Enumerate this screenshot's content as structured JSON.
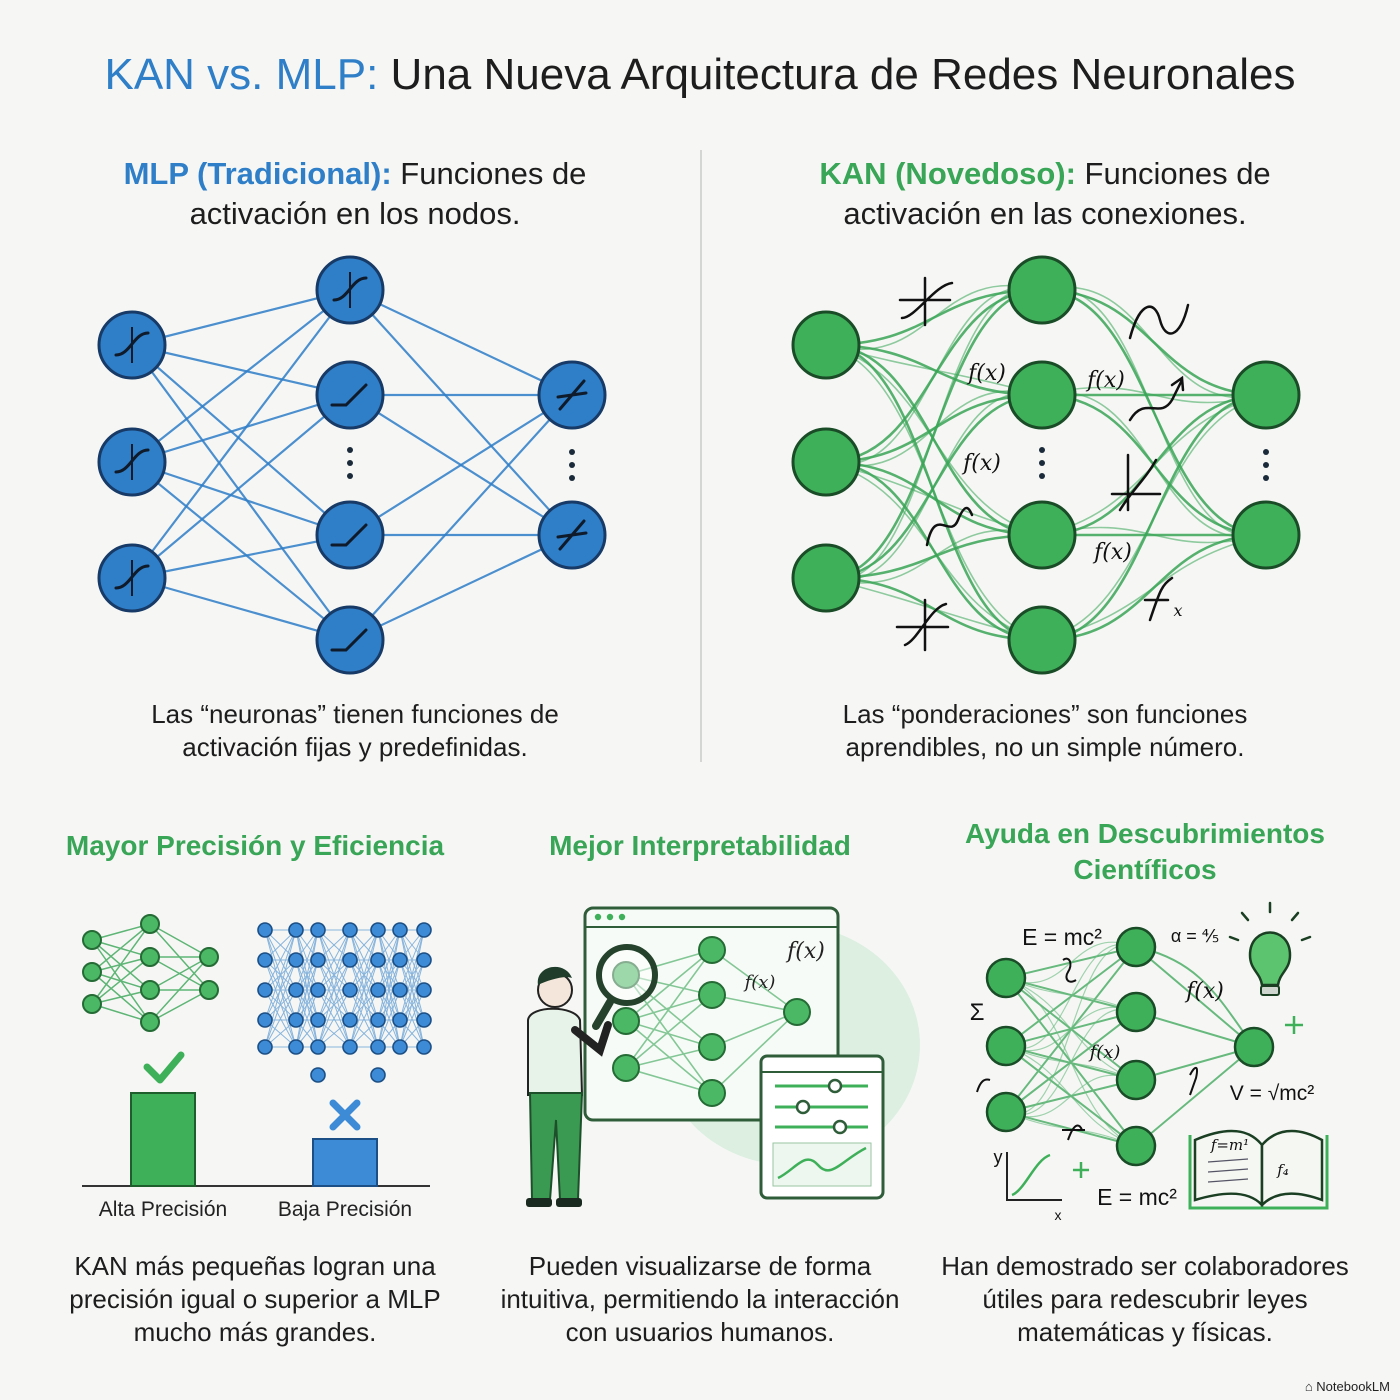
{
  "title": {
    "accent": "KAN vs. MLP:",
    "rest": " Una Nueva Arquitectura de Redes Neuronales"
  },
  "mlp": {
    "head_accent": "MLP (Tradicional):",
    "head_rest": " Funciones de",
    "head_line2": "activación en los nodos.",
    "caption_line1": "Las “neuronas” tienen funciones de",
    "caption_line2": "activación fijas y predefinidas."
  },
  "kan": {
    "head_accent": "KAN (Novedoso):",
    "head_rest": " Funciones de",
    "head_line2": "activación en las conexiones.",
    "caption_line1": "Las “ponderaciones” son funciones",
    "caption_line2": "aprendibles, no un simple número.",
    "edge_labels": [
      "f(x)",
      "f(x)",
      "f(x)",
      "f(x)"
    ]
  },
  "precision": {
    "heading": "Mayor Precisión y Eficiencia",
    "bar_labels": [
      "Alta Precisión",
      "Baja Precisión"
    ],
    "caption_line1": "KAN más pequeñas logran una",
    "caption_line2": "precisión igual o superior a MLP",
    "caption_line3": "mucho más grandes."
  },
  "interpret": {
    "heading": "Mejor Interpretabilidad",
    "labels": [
      "f(x)",
      "f(x)"
    ],
    "caption_line1": "Pueden visualizarse de forma",
    "caption_line2": "intuitiva, permitiendo la interacción",
    "caption_line3": "con usuarios humanos."
  },
  "science": {
    "heading_line1": "Ayuda en Descubrimientos",
    "heading_line2": "Científicos",
    "formulas": [
      "E = mc²",
      "α = ⅘",
      "f(x)",
      "f(x)",
      "V = √mc²",
      "E = mc²",
      "Σ",
      "y",
      "x",
      "f=m¹",
      "f₄"
    ],
    "caption_line1": "Han demostrado ser colaboradores",
    "caption_line2": "útiles para redescubrir leyes",
    "caption_line3": "matemáticas y físicas."
  },
  "brand": "NotebookLM",
  "colors": {
    "blue": "#2f7ec8",
    "green": "#39a556"
  }
}
